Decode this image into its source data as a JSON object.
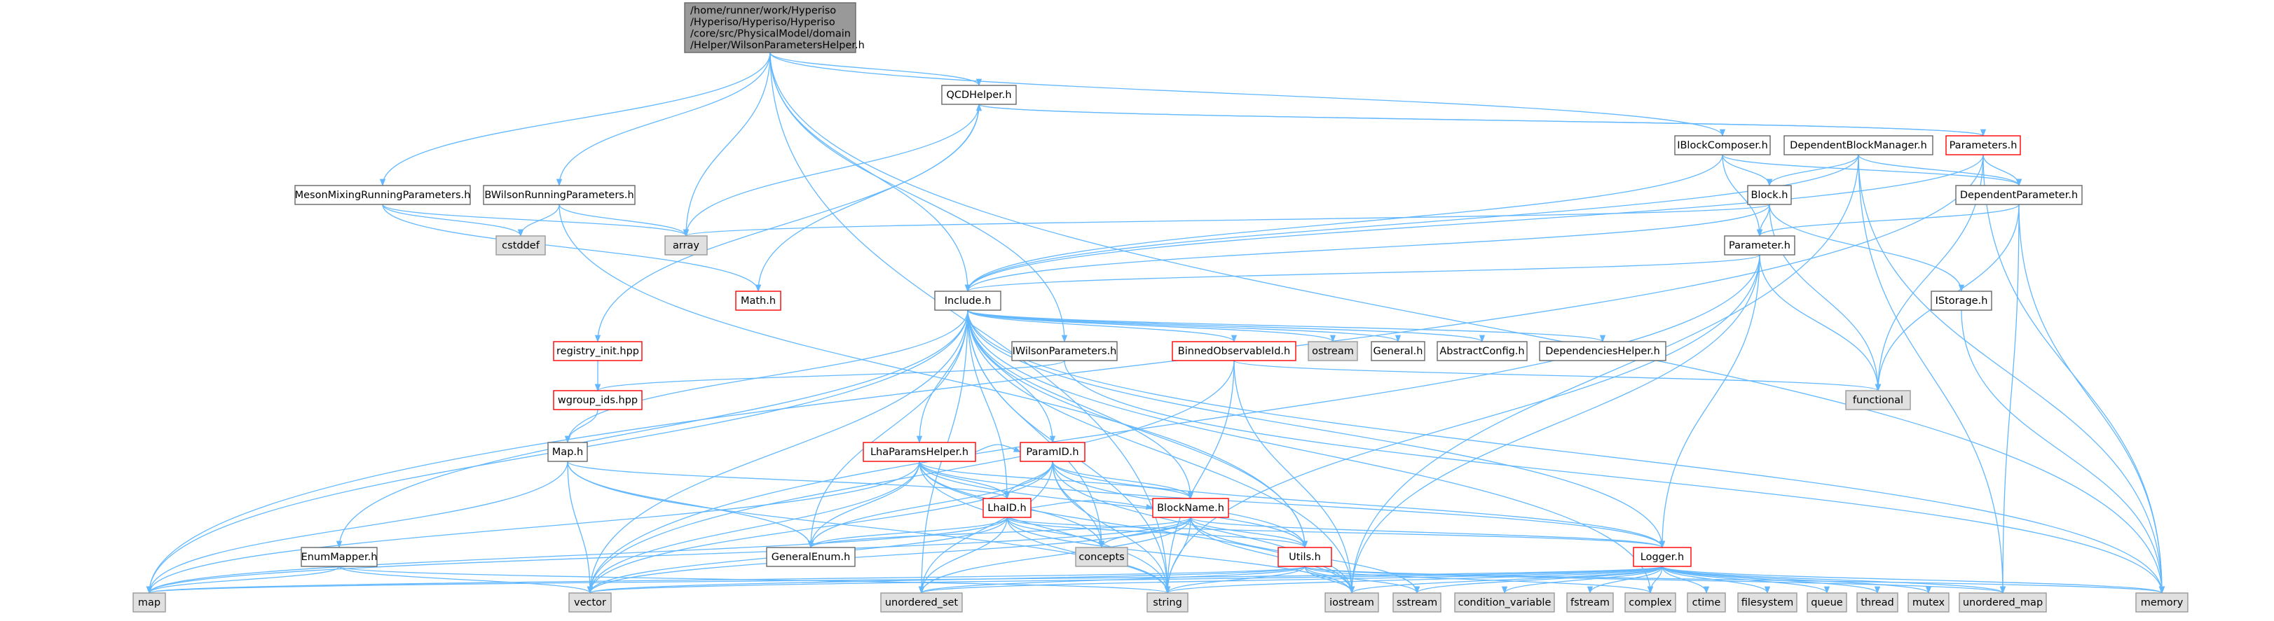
{
  "colors": {
    "edge": "#63b8ff",
    "root_fill": "#999999",
    "root_border": "#666666",
    "doc_border": "#666666",
    "incomplete_border": "#ff0000",
    "system_fill": "#e0e0e0",
    "system_border": "#999999",
    "node_fill": "#ffffff"
  },
  "nodes": [
    {
      "id": "root",
      "kind": "root",
      "lines": [
        "/home/runner/work/Hyperiso",
        "/Hyperiso/Hyperiso/Hyperiso",
        "/core/src/PhysicalModel/domain",
        "/Helper/WilsonParametersHelper.h"
      ]
    },
    {
      "id": "qcdhelper",
      "kind": "doc",
      "lines": [
        "QCDHelper.h"
      ]
    },
    {
      "id": "parameters",
      "kind": "incomplete",
      "lines": [
        "Parameters.h"
      ]
    },
    {
      "id": "iblockcomposer",
      "kind": "doc",
      "lines": [
        "IBlockComposer.h"
      ]
    },
    {
      "id": "dependentblockmanager",
      "kind": "doc",
      "lines": [
        "DependentBlockManager.h"
      ]
    },
    {
      "id": "mesonmixing",
      "kind": "doc",
      "lines": [
        "MesonMixingRunningParameters.h"
      ]
    },
    {
      "id": "bwilson",
      "kind": "doc",
      "lines": [
        "BWilsonRunningParameters.h"
      ]
    },
    {
      "id": "dependentparameter",
      "kind": "doc",
      "lines": [
        "DependentParameter.h"
      ]
    },
    {
      "id": "block",
      "kind": "doc",
      "lines": [
        "Block.h"
      ]
    },
    {
      "id": "cstddef",
      "kind": "system",
      "lines": [
        "cstddef"
      ]
    },
    {
      "id": "array",
      "kind": "system",
      "lines": [
        "array"
      ]
    },
    {
      "id": "parameter",
      "kind": "doc",
      "lines": [
        "Parameter.h"
      ]
    },
    {
      "id": "math",
      "kind": "incomplete",
      "lines": [
        "Math.h"
      ]
    },
    {
      "id": "include",
      "kind": "doc",
      "lines": [
        "Include.h"
      ]
    },
    {
      "id": "istorage",
      "kind": "doc",
      "lines": [
        "IStorage.h"
      ]
    },
    {
      "id": "registryinit",
      "kind": "incomplete",
      "lines": [
        "registry_init.hpp"
      ]
    },
    {
      "id": "iwilsonparameters",
      "kind": "doc",
      "lines": [
        "IWilsonParameters.h"
      ]
    },
    {
      "id": "binnedobservableid",
      "kind": "incomplete",
      "lines": [
        "BinnedObservableId.h"
      ]
    },
    {
      "id": "ostream",
      "kind": "system",
      "lines": [
        "ostream"
      ]
    },
    {
      "id": "general",
      "kind": "doc",
      "lines": [
        "General.h"
      ]
    },
    {
      "id": "abstractconfig",
      "kind": "doc",
      "lines": [
        "AbstractConfig.h"
      ]
    },
    {
      "id": "dependencieshelper",
      "kind": "doc",
      "lines": [
        "DependenciesHelper.h"
      ]
    },
    {
      "id": "functional",
      "kind": "system",
      "lines": [
        "functional"
      ]
    },
    {
      "id": "wgroupids",
      "kind": "incomplete",
      "lines": [
        "wgroup_ids.hpp"
      ]
    },
    {
      "id": "map_h",
      "kind": "doc",
      "lines": [
        "Map.h"
      ]
    },
    {
      "id": "lhaparamshelper",
      "kind": "incomplete",
      "lines": [
        "LhaParamsHelper.h"
      ]
    },
    {
      "id": "paramid",
      "kind": "incomplete",
      "lines": [
        "ParamID.h"
      ]
    },
    {
      "id": "lhaid",
      "kind": "incomplete",
      "lines": [
        "LhaID.h"
      ]
    },
    {
      "id": "blockname",
      "kind": "incomplete",
      "lines": [
        "BlockName.h"
      ]
    },
    {
      "id": "enummapper",
      "kind": "doc",
      "lines": [
        "EnumMapper.h"
      ]
    },
    {
      "id": "concepts",
      "kind": "system",
      "lines": [
        "concepts"
      ]
    },
    {
      "id": "generalenum",
      "kind": "doc",
      "lines": [
        "GeneralEnum.h"
      ]
    },
    {
      "id": "logger",
      "kind": "incomplete",
      "lines": [
        "Logger.h"
      ]
    },
    {
      "id": "utils",
      "kind": "incomplete",
      "lines": [
        "Utils.h"
      ]
    },
    {
      "id": "map",
      "kind": "system",
      "lines": [
        "map"
      ]
    },
    {
      "id": "vector",
      "kind": "system",
      "lines": [
        "vector"
      ]
    },
    {
      "id": "unordered_set",
      "kind": "system",
      "lines": [
        "unordered_set"
      ]
    },
    {
      "id": "string",
      "kind": "system",
      "lines": [
        "string"
      ]
    },
    {
      "id": "iostream",
      "kind": "system",
      "lines": [
        "iostream"
      ]
    },
    {
      "id": "sstream",
      "kind": "system",
      "lines": [
        "sstream"
      ]
    },
    {
      "id": "condition_variable",
      "kind": "system",
      "lines": [
        "condition_variable"
      ]
    },
    {
      "id": "fstream",
      "kind": "system",
      "lines": [
        "fstream"
      ]
    },
    {
      "id": "complex",
      "kind": "system",
      "lines": [
        "complex"
      ]
    },
    {
      "id": "ctime",
      "kind": "system",
      "lines": [
        "ctime"
      ]
    },
    {
      "id": "filesystem",
      "kind": "system",
      "lines": [
        "filesystem"
      ]
    },
    {
      "id": "queue",
      "kind": "system",
      "lines": [
        "queue"
      ]
    },
    {
      "id": "thread",
      "kind": "system",
      "lines": [
        "thread"
      ]
    },
    {
      "id": "mutex",
      "kind": "system",
      "lines": [
        "mutex"
      ]
    },
    {
      "id": "unordered_map",
      "kind": "system",
      "lines": [
        "unordered_map"
      ]
    },
    {
      "id": "memory",
      "kind": "system",
      "lines": [
        "memory"
      ]
    }
  ],
  "edges": [
    [
      "root",
      "qcdhelper"
    ],
    [
      "root",
      "mesonmixing"
    ],
    [
      "root",
      "bwilson"
    ],
    [
      "root",
      "array"
    ],
    [
      "root",
      "include"
    ],
    [
      "root",
      "iwilsonparameters"
    ],
    [
      "root",
      "iblockcomposer"
    ],
    [
      "root",
      "memory"
    ],
    [
      "root",
      "string"
    ],
    [
      "qcdhelper",
      "parameters"
    ],
    [
      "qcdhelper",
      "array"
    ],
    [
      "qcdhelper",
      "math"
    ],
    [
      "qcdhelper",
      "registryinit"
    ],
    [
      "parameters",
      "qcdhelper"
    ],
    [
      "parameters",
      "dependentparameter"
    ],
    [
      "parameters",
      "include"
    ],
    [
      "parameters",
      "functional"
    ],
    [
      "parameters",
      "memory"
    ],
    [
      "parameters",
      "map"
    ],
    [
      "iblockcomposer",
      "block"
    ],
    [
      "iblockcomposer",
      "parameter"
    ],
    [
      "iblockcomposer",
      "include"
    ],
    [
      "iblockcomposer",
      "dependentparameter"
    ],
    [
      "dependentblockmanager",
      "block"
    ],
    [
      "dependentblockmanager",
      "dependentparameter"
    ],
    [
      "dependentblockmanager",
      "include"
    ],
    [
      "dependentblockmanager",
      "unordered_map"
    ],
    [
      "dependentblockmanager",
      "memory"
    ],
    [
      "dependentblockmanager",
      "iostream"
    ],
    [
      "mesonmixing",
      "cstddef"
    ],
    [
      "mesonmixing",
      "array"
    ],
    [
      "mesonmixing",
      "math"
    ],
    [
      "bwilson",
      "cstddef"
    ],
    [
      "bwilson",
      "array"
    ],
    [
      "bwilson",
      "utils"
    ],
    [
      "dependentparameter",
      "parameter"
    ],
    [
      "dependentparameter",
      "functional"
    ],
    [
      "dependentparameter",
      "unordered_map"
    ],
    [
      "dependentparameter",
      "memory"
    ],
    [
      "block",
      "parameter"
    ],
    [
      "block",
      "istorage"
    ],
    [
      "block",
      "functional"
    ],
    [
      "block",
      "array"
    ],
    [
      "block",
      "include"
    ],
    [
      "parameter",
      "include"
    ],
    [
      "parameter",
      "logger"
    ],
    [
      "parameter",
      "functional"
    ],
    [
      "parameter",
      "string"
    ],
    [
      "parameter",
      "iostream"
    ],
    [
      "parameter",
      "vector"
    ],
    [
      "istorage",
      "memory"
    ],
    [
      "include",
      "map_h"
    ],
    [
      "include",
      "enummapper"
    ],
    [
      "include",
      "lhaparamshelper"
    ],
    [
      "include",
      "paramid"
    ],
    [
      "include",
      "lhaid"
    ],
    [
      "include",
      "blockname"
    ],
    [
      "include",
      "binnedobservableid"
    ],
    [
      "include",
      "ostream"
    ],
    [
      "include",
      "general"
    ],
    [
      "include",
      "abstractconfig"
    ],
    [
      "include",
      "dependencieshelper"
    ],
    [
      "include",
      "generalenum"
    ],
    [
      "include",
      "logger"
    ],
    [
      "include",
      "utils"
    ],
    [
      "include",
      "concepts"
    ],
    [
      "include",
      "map"
    ],
    [
      "include",
      "vector"
    ],
    [
      "include",
      "unordered_set"
    ],
    [
      "include",
      "string"
    ],
    [
      "include",
      "iostream"
    ],
    [
      "include",
      "memory"
    ],
    [
      "include",
      "complex"
    ],
    [
      "registryinit",
      "wgroupids"
    ],
    [
      "wgroupids",
      "map_h"
    ],
    [
      "iwilsonparameters",
      "wgroupids"
    ],
    [
      "iwilsonparameters",
      "memory"
    ],
    [
      "binnedobservableid",
      "functional"
    ],
    [
      "binnedobservableid",
      "vector"
    ],
    [
      "binnedobservableid",
      "string"
    ],
    [
      "binnedobservableid",
      "iostream"
    ],
    [
      "map_h",
      "lhaid"
    ],
    [
      "map_h",
      "generalenum"
    ],
    [
      "map_h",
      "map"
    ],
    [
      "map_h",
      "vector"
    ],
    [
      "map_h",
      "string"
    ],
    [
      "lhaparamshelper",
      "lhaid"
    ],
    [
      "lhaparamshelper",
      "paramid"
    ],
    [
      "lhaparamshelper",
      "blockname"
    ],
    [
      "lhaparamshelper",
      "generalenum"
    ],
    [
      "lhaparamshelper",
      "logger"
    ],
    [
      "lhaparamshelper",
      "utils"
    ],
    [
      "lhaparamshelper",
      "map"
    ],
    [
      "lhaparamshelper",
      "vector"
    ],
    [
      "lhaparamshelper",
      "string"
    ],
    [
      "lhaparamshelper",
      "iostream"
    ],
    [
      "lhaparamshelper",
      "concepts"
    ],
    [
      "paramid",
      "lhaid"
    ],
    [
      "paramid",
      "blockname"
    ],
    [
      "paramid",
      "generalenum"
    ],
    [
      "paramid",
      "logger"
    ],
    [
      "paramid",
      "utils"
    ],
    [
      "paramid",
      "concepts"
    ],
    [
      "paramid",
      "unordered_set"
    ],
    [
      "paramid",
      "vector"
    ],
    [
      "paramid",
      "string"
    ],
    [
      "paramid",
      "iostream"
    ],
    [
      "lhaid",
      "blockname"
    ],
    [
      "lhaid",
      "generalenum"
    ],
    [
      "lhaid",
      "logger"
    ],
    [
      "lhaid",
      "utils"
    ],
    [
      "lhaid",
      "concepts"
    ],
    [
      "lhaid",
      "map"
    ],
    [
      "lhaid",
      "unordered_set"
    ],
    [
      "lhaid",
      "vector"
    ],
    [
      "lhaid",
      "string"
    ],
    [
      "lhaid",
      "iostream"
    ],
    [
      "blockname",
      "generalenum"
    ],
    [
      "blockname",
      "logger"
    ],
    [
      "blockname",
      "utils"
    ],
    [
      "blockname",
      "concepts"
    ],
    [
      "blockname",
      "map"
    ],
    [
      "blockname",
      "unordered_set"
    ],
    [
      "blockname",
      "vector"
    ],
    [
      "blockname",
      "string"
    ],
    [
      "blockname",
      "iostream"
    ],
    [
      "blockname",
      "sstream"
    ],
    [
      "enummapper",
      "map"
    ],
    [
      "enummapper",
      "vector"
    ],
    [
      "enummapper",
      "string"
    ],
    [
      "utils",
      "vector"
    ],
    [
      "utils",
      "string"
    ],
    [
      "utils",
      "iostream"
    ],
    [
      "utils",
      "sstream"
    ],
    [
      "utils",
      "map"
    ],
    [
      "utils",
      "unordered_set"
    ],
    [
      "utils",
      "unordered_map"
    ],
    [
      "utils",
      "memory"
    ],
    [
      "utils",
      "complex"
    ],
    [
      "logger",
      "string"
    ],
    [
      "logger",
      "iostream"
    ],
    [
      "logger",
      "sstream"
    ],
    [
      "logger",
      "condition_variable"
    ],
    [
      "logger",
      "fstream"
    ],
    [
      "logger",
      "complex"
    ],
    [
      "logger",
      "ctime"
    ],
    [
      "logger",
      "filesystem"
    ],
    [
      "logger",
      "queue"
    ],
    [
      "logger",
      "thread"
    ],
    [
      "logger",
      "mutex"
    ],
    [
      "logger",
      "unordered_map"
    ],
    [
      "logger",
      "memory"
    ],
    [
      "logger",
      "vector"
    ],
    [
      "logger",
      "unordered_set"
    ],
    [
      "logger",
      "map"
    ]
  ]
}
